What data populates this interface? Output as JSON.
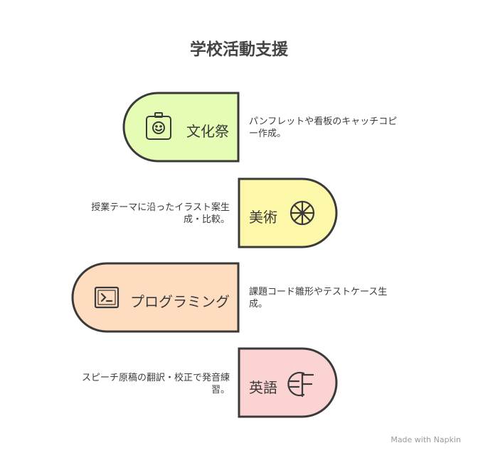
{
  "title": "学校活動支援",
  "colors": {
    "culture": "#e4fcb4",
    "art": "#fdf7a9",
    "programming": "#fddcc0",
    "english": "#fcd3d3",
    "stroke": "#3a3a3a"
  },
  "items": [
    {
      "label": "文化祭",
      "icon": "smiley-badge-icon",
      "description": "パンフレットや看板のキャッチコピー作成。"
    },
    {
      "label": "美術",
      "icon": "wheel-icon",
      "description": "授業テーマに沿ったイラスト案生成・比較。"
    },
    {
      "label": "プログラミング",
      "icon": "terminal-icon",
      "description": "課題コード雛形やテストケース生成。"
    },
    {
      "label": "英語",
      "icon": "euro-franc-icon",
      "description": "スピーチ原稿の翻訳・校正で発音練習。"
    }
  ],
  "watermark": "Made with Napkin"
}
